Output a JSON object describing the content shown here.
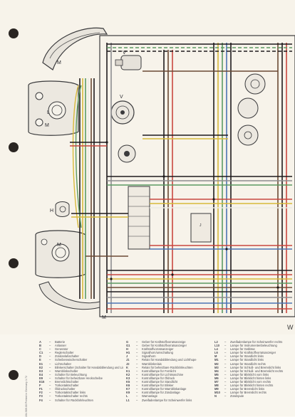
{
  "diagram": {
    "component_labels": {
      "headlight_top": "M",
      "headlight_bottom": "M",
      "bulb_left_upper": "L",
      "bulb_left_lower": "M",
      "wiper_motor": "V",
      "fan_motor": "V",
      "horn": "H",
      "relay_box": "J",
      "bottom_mark": "M",
      "edge_mark": "W"
    },
    "wire_colors": {
      "black": "#1e1b1c",
      "brown": "#6b4a34",
      "red": "#c9473f",
      "yellow": "#d7b93b",
      "green": "#5c9a62",
      "blue": "#4d74b3",
      "white": "#ecebe4",
      "grey": "#8d8d90"
    }
  },
  "legend": {
    "column1": [
      {
        "code": "A",
        "text": "Batterie"
      },
      {
        "code": "B",
        "text": "Anlasser"
      },
      {
        "code": "C",
        "text": "Generator"
      },
      {
        "code": "C1",
        "text": "Reglerschalter"
      },
      {
        "code": "D",
        "text": "Zündanlaßschalter"
      },
      {
        "code": "E",
        "text": "Scheibenwischerschalter"
      },
      {
        "code": "E1",
        "text": "Lichtschalter"
      },
      {
        "code": "E2",
        "text": "Blinkerschalter (Schalter für Handabblendung und Lichthupe)"
      },
      {
        "code": "E3",
        "text": "Warnblinkschalter"
      },
      {
        "code": "E4",
        "text": "Schalter für Beleuchtung"
      },
      {
        "code": "E9",
        "text": "Schalter für beheizbare Heckscheibe"
      },
      {
        "code": "E15",
        "text": "Bremslichtschalter"
      },
      {
        "code": "F",
        "text": "Türkontaktschalter"
      },
      {
        "code": "F1",
        "text": "Öldruckschalter"
      },
      {
        "code": "F2",
        "text": "Türkontaktschalter links"
      },
      {
        "code": "F3",
        "text": "Türkontaktschalter rechts"
      },
      {
        "code": "F4",
        "text": "Schalter für Rückfahrleuchten"
      }
    ],
    "column2": [
      {
        "code": "G",
        "text": "Geber für Kraftstoffvorratsanzeige"
      },
      {
        "code": "G1",
        "text": "Geber für Kraftstoffvorratsanzeiger"
      },
      {
        "code": "H",
        "text": "Kraftstoffvorratsanzeiger"
      },
      {
        "code": "H1",
        "text": "Signalhorn/umschaltung"
      },
      {
        "code": "J",
        "text": "Signalhorn"
      },
      {
        "code": "J1",
        "text": "Relais für Handabblendung und Lichthupe"
      },
      {
        "code": "J2",
        "text": "Warnblinkrelais"
      },
      {
        "code": "K",
        "text": "Relais für beheizbare Rückfahrleuchten"
      },
      {
        "code": "K1",
        "text": "Kontrolllampe für Fernlicht"
      },
      {
        "code": "K2",
        "text": "Kontrolllampe für Lichtmaschine"
      },
      {
        "code": "K3",
        "text": "Kontrolllampe für Öldruck"
      },
      {
        "code": "K5",
        "text": "Kontrolllampe für Standlicht"
      },
      {
        "code": "K6",
        "text": "Kontrolllampe für Blinker"
      },
      {
        "code": "K7",
        "text": "Kontrolllampe für Warnblinkanlage"
      },
      {
        "code": "K9",
        "text": "Kontrolllampe für Zündanlage"
      },
      {
        "code": "L",
        "text": "Warnanlage"
      },
      {
        "code": "L1",
        "text": "Zweifadenlampe für Scheinwerfer links"
      }
    ],
    "column3": [
      {
        "code": "L2",
        "text": "Zweifadenlampe für Scheinwerfer rechts"
      },
      {
        "code": "L10",
        "text": "Lampe für Instrumentenbeleuchtung"
      },
      {
        "code": "L4",
        "text": "Lampe für Gebläse"
      },
      {
        "code": "L6",
        "text": "Lampe für Kraftstoffvorratsanzeiger"
      },
      {
        "code": "M",
        "text": "Lampe für Standlicht links"
      },
      {
        "code": "M1",
        "text": "Lampe für Standlicht links"
      },
      {
        "code": "M2",
        "text": "Lampe für Standlicht rechts"
      },
      {
        "code": "M3",
        "text": "Lampe für Schluß- und Bremslicht links"
      },
      {
        "code": "M4",
        "text": "Lampe für Schluß- und Bremslicht rechts"
      },
      {
        "code": "M5",
        "text": "Lampe für Blinklicht vorn links"
      },
      {
        "code": "M6",
        "text": "Lampe für Blinklicht hinten links"
      },
      {
        "code": "M7",
        "text": "Lampe für Blinklicht vorn rechts"
      },
      {
        "code": "M8",
        "text": "Lampe für Blinklicht hinten rechts"
      },
      {
        "code": "M9",
        "text": "Lampe für Bremslicht links"
      },
      {
        "code": "M10",
        "text": "Lampe für Bremslicht rechts"
      },
      {
        "code": "N",
        "text": "Zündspule"
      }
    ],
    "side_note": "194.909.00  Printed in Germany  1.72"
  }
}
